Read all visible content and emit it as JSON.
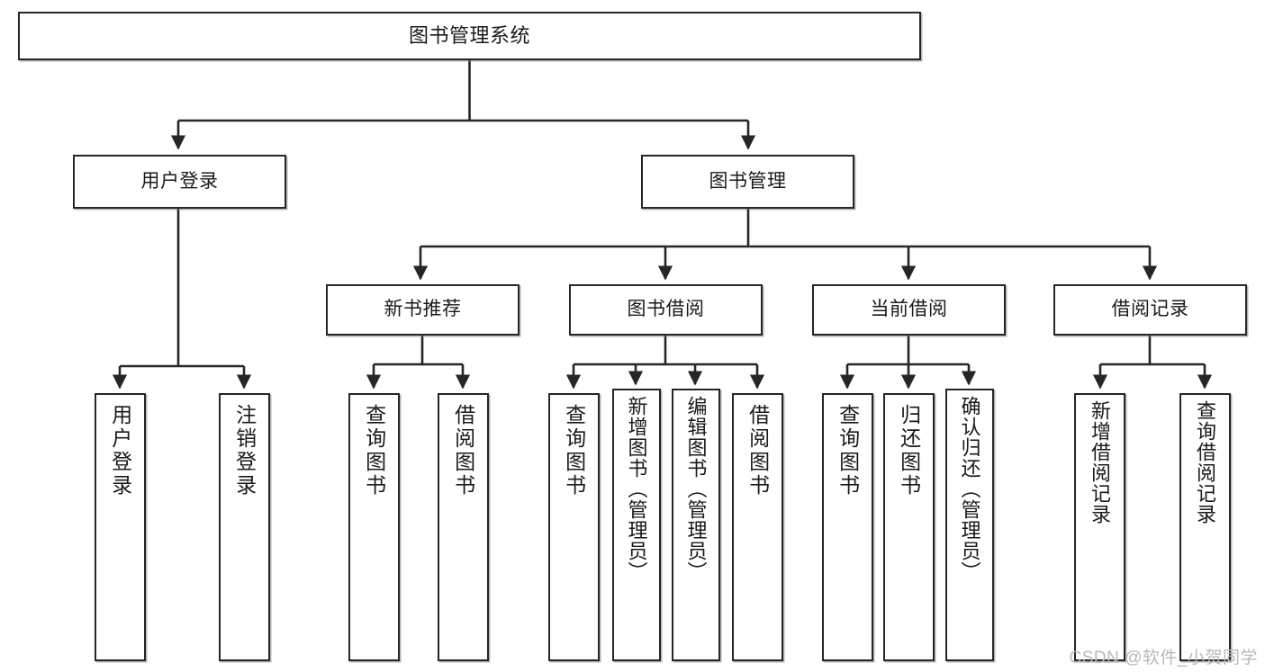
{
  "diagram": {
    "title": "图书管理系统",
    "type": "功能结构图",
    "root": {
      "label": "图书管理系统"
    },
    "level2": [
      {
        "label": "用户登录"
      },
      {
        "label": "图书管理"
      }
    ],
    "level3": [
      {
        "label": "新书推荐"
      },
      {
        "label": "图书借阅"
      },
      {
        "label": "当前借阅"
      },
      {
        "label": "借阅记录"
      }
    ],
    "leaves": {
      "user_login": [
        {
          "label": "用户登录"
        },
        {
          "label": "注销登录"
        }
      ],
      "new_book_recommend": [
        {
          "label": "查询图书"
        },
        {
          "label": "借阅图书"
        }
      ],
      "book_borrow": [
        {
          "label": "查询图书"
        },
        {
          "label": "新增图书（管理员）"
        },
        {
          "label": "编辑图书（管理员）"
        },
        {
          "label": "借阅图书"
        }
      ],
      "current_borrow": [
        {
          "label": "查询图书"
        },
        {
          "label": "归还图书"
        },
        {
          "label": "确认归还（管理员）"
        }
      ],
      "borrow_records": [
        {
          "label": "新增借阅记录"
        },
        {
          "label": "查询借阅记录"
        }
      ]
    }
  },
  "watermark": {
    "text": "CSDN @软件_小贺同学"
  },
  "colors": {
    "box_border": "#262626",
    "box_fill": "#ffffff",
    "connector": "#262626",
    "text": "#1a1a1a",
    "watermark": "#b9b9b9",
    "page_background": "#ffffff"
  }
}
